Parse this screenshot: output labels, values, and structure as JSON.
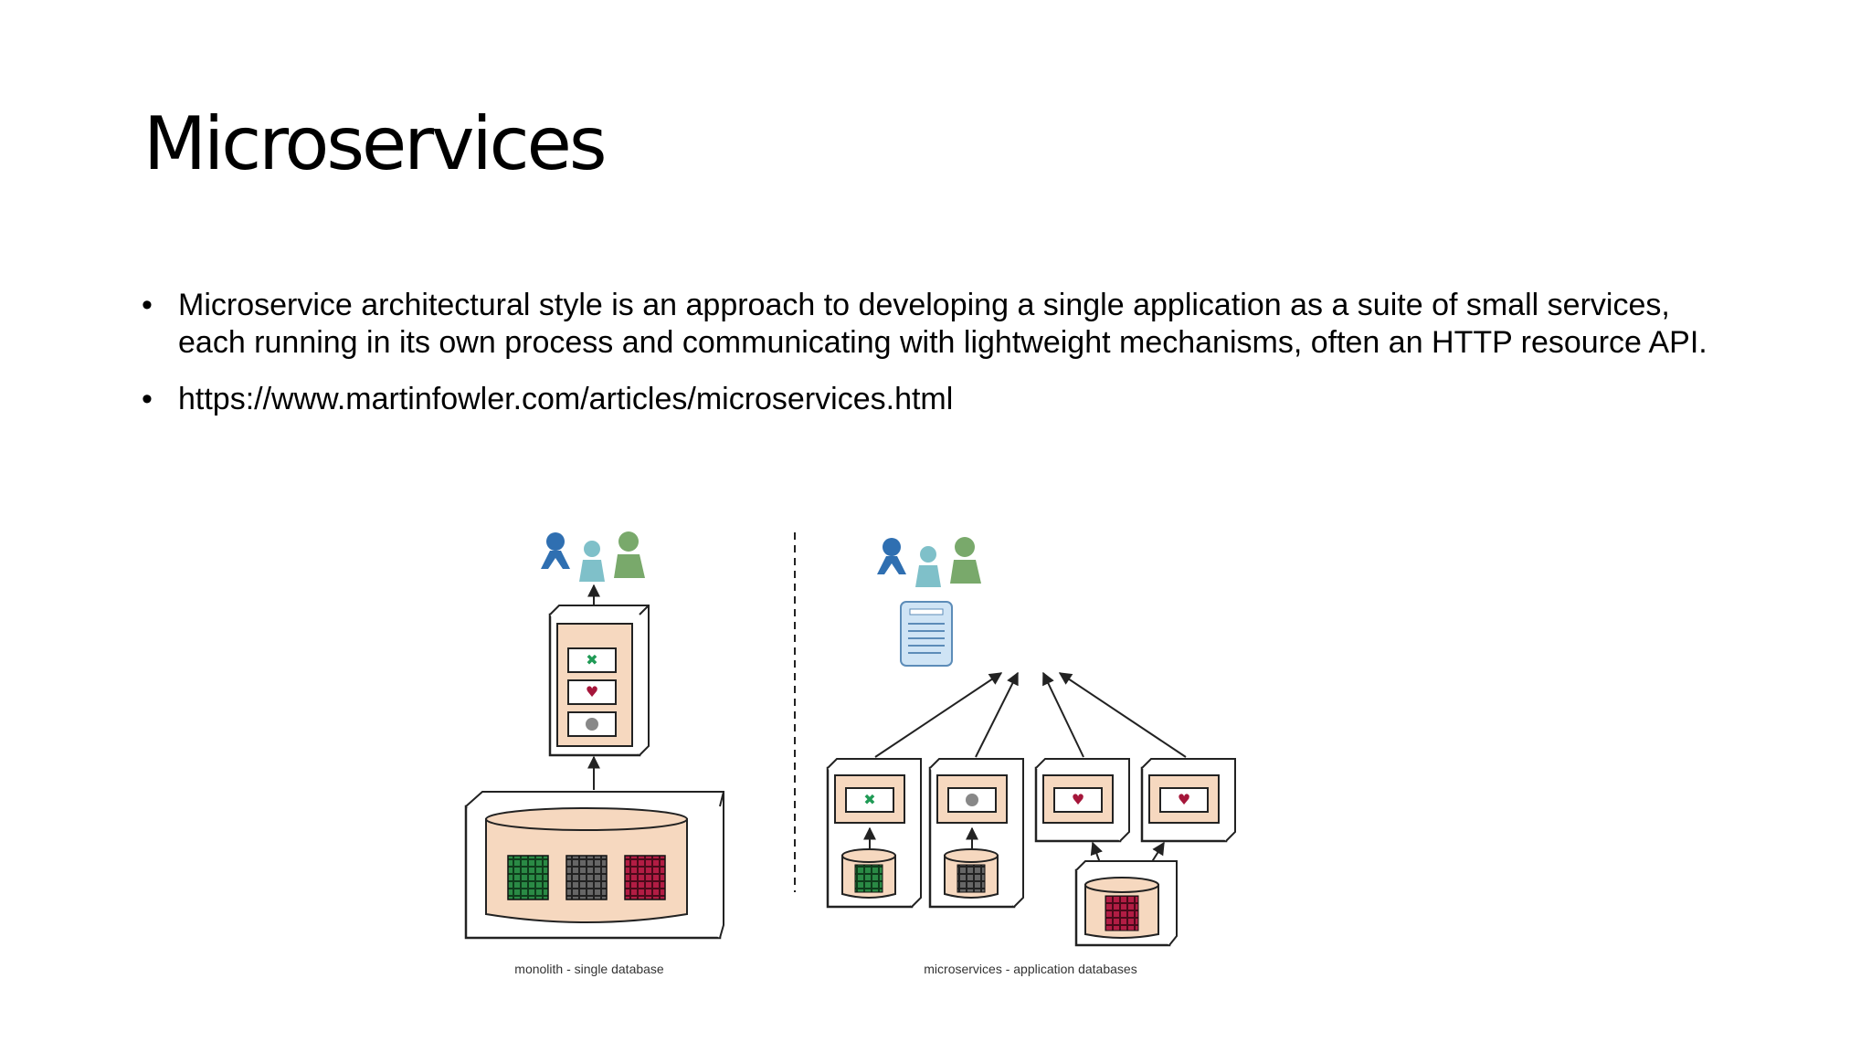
{
  "slide": {
    "title": "Microservices",
    "bullets": [
      {
        "marker": "•",
        "text": "Microservice architectural style is an approach to developing a single application as a suite of small services, each running in its own process and communicating with lightweight mechanisms, often an HTTP resource API."
      },
      {
        "marker": "•",
        "text": "https://www.martinfowler.com/articles/microservices.html"
      }
    ]
  },
  "figure": {
    "left_caption": "monolith - single database",
    "right_caption": "microservices - application databases",
    "colors": {
      "user_blue": "#2f6fb1",
      "user_teal": "#7fc0c9",
      "user_green": "#79a96b",
      "panel_fill": "#f6d8bf",
      "grid_green": "#1f7a3a",
      "grid_grey": "#555555",
      "grid_red": "#a5163a"
    }
  }
}
